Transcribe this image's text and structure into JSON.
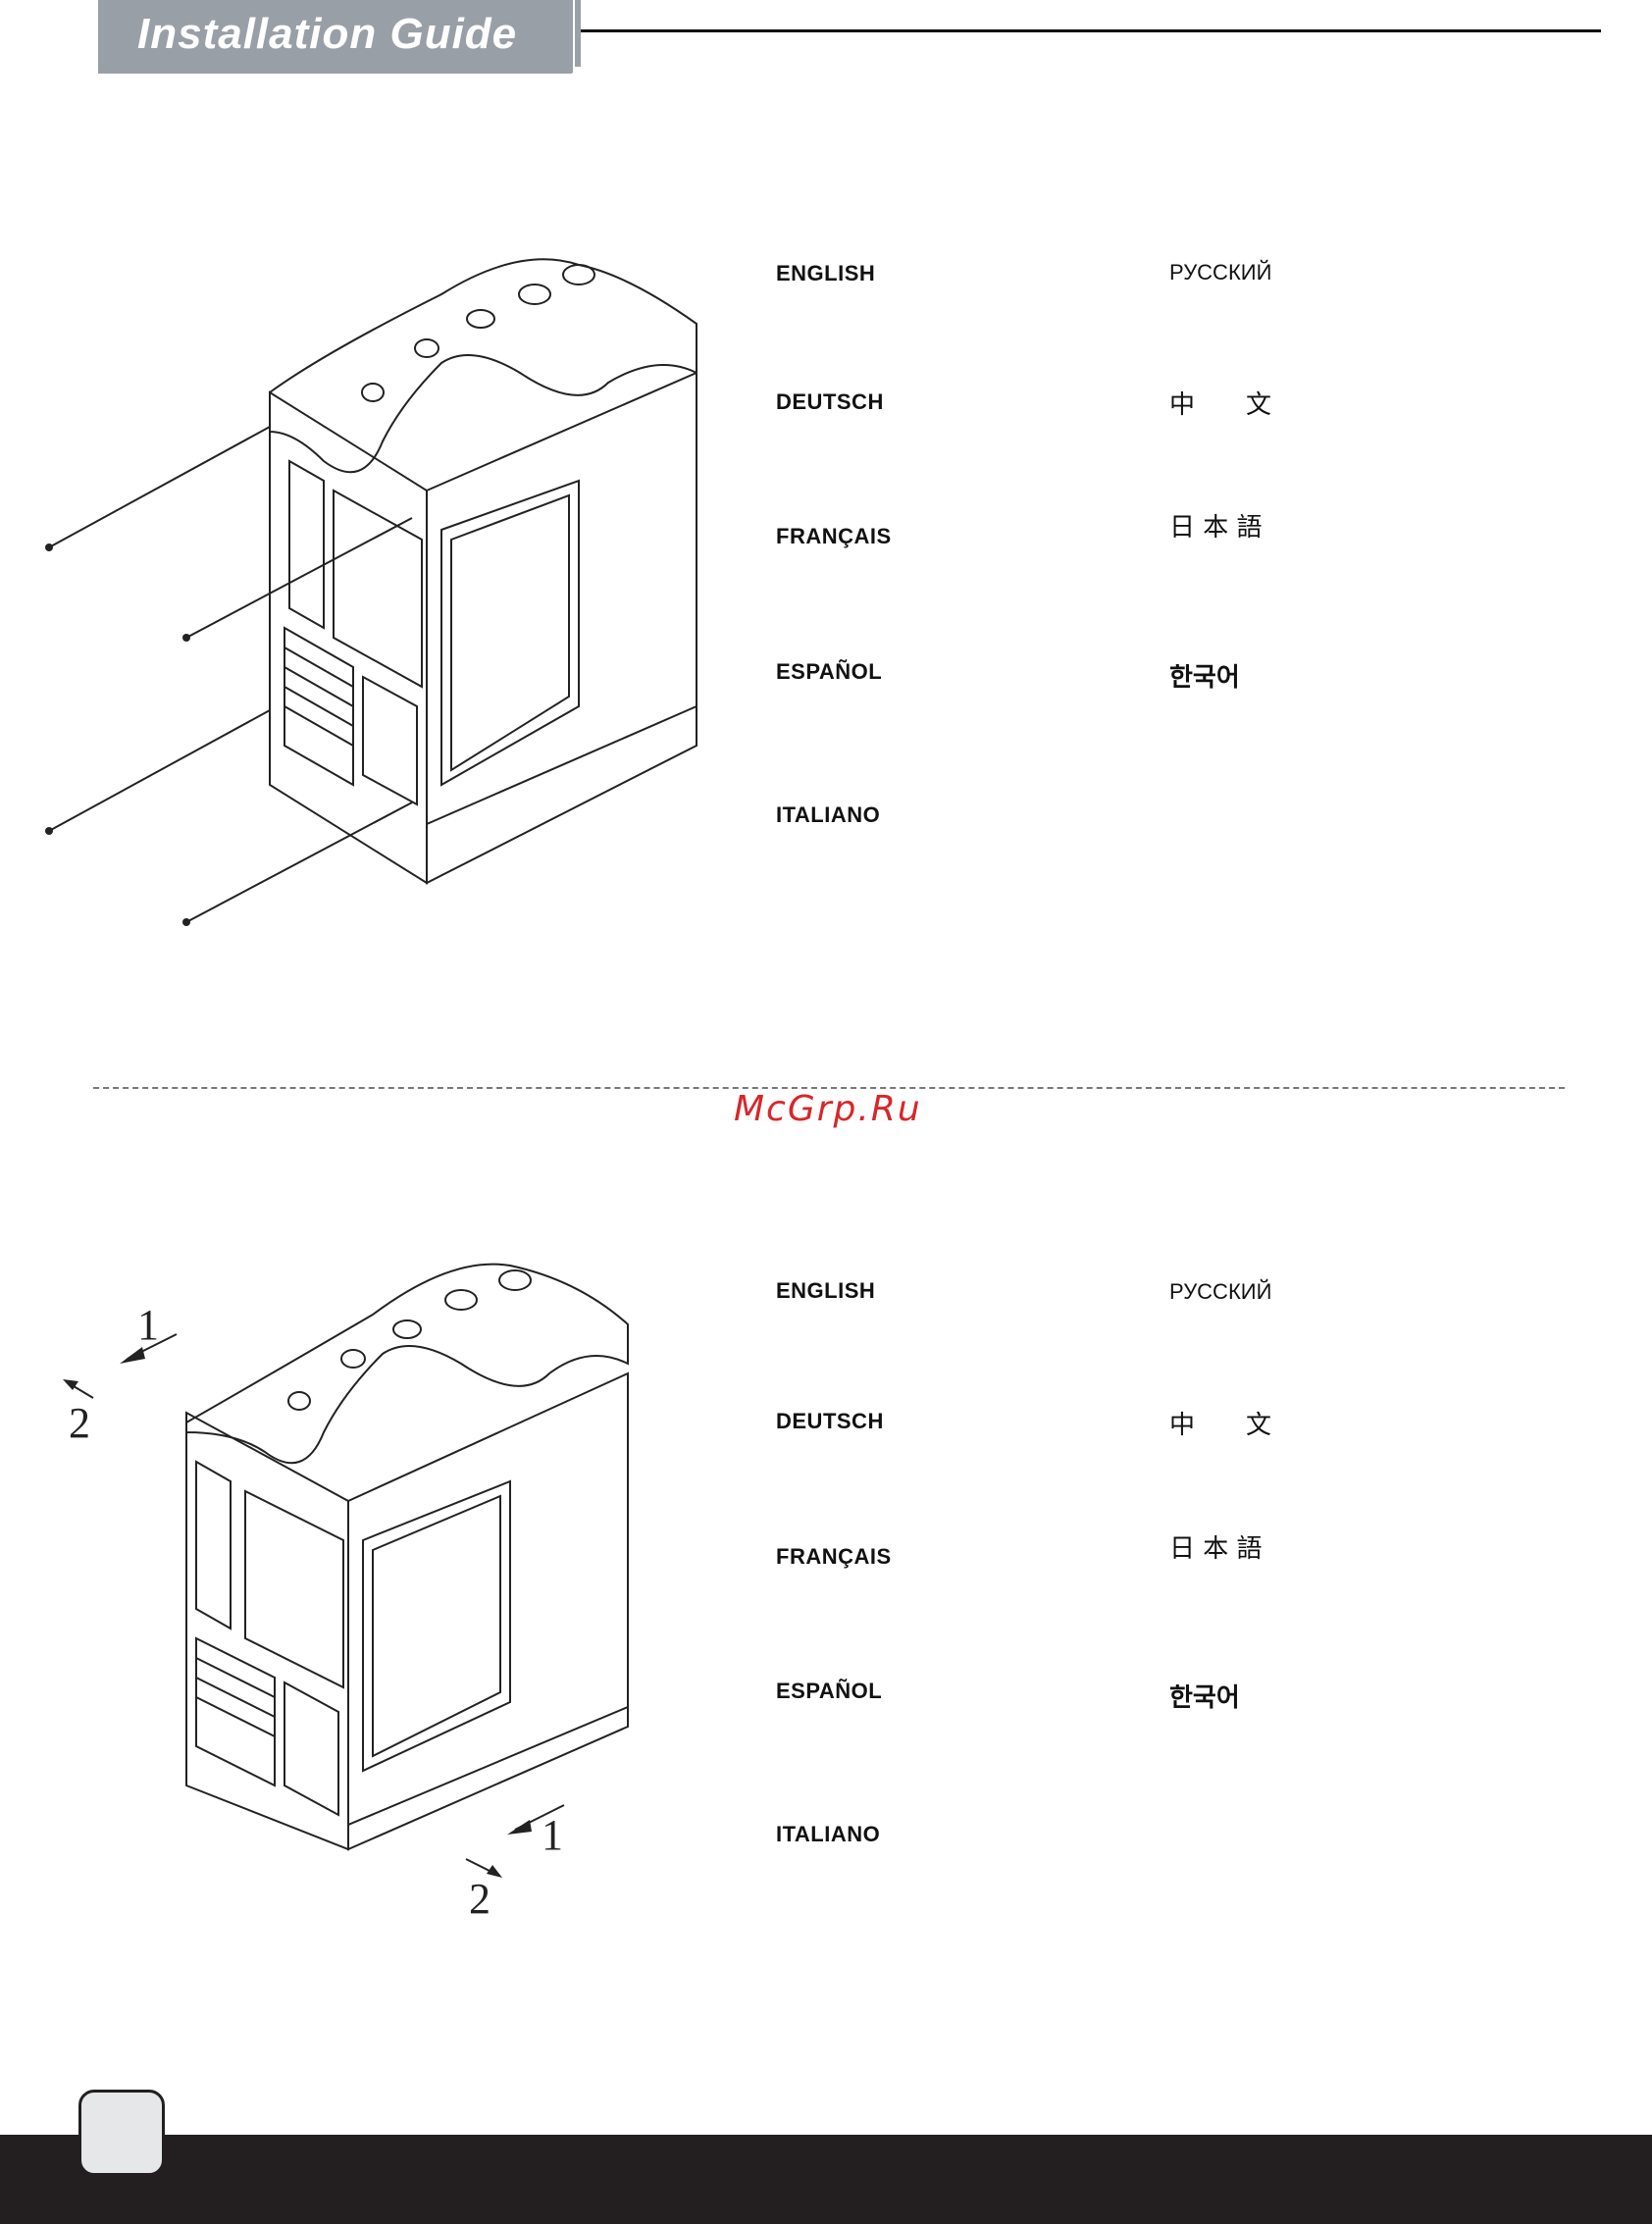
{
  "header": {
    "title": "Installation Guide"
  },
  "sections": [
    {
      "languages_left": [
        "ENGLISH",
        "DEUTSCH",
        "FRANÇAIS",
        "ESPAÑOL",
        "ITALIANO"
      ],
      "languages_right": [
        "РУССКИЙ",
        "中　　文",
        "日 本 語",
        "한국어"
      ]
    },
    {
      "languages_left": [
        "ENGLISH",
        "DEUTSCH",
        "FRANÇAIS",
        "ESPAÑOL",
        "ITALIANO"
      ],
      "languages_right": [
        "РУССКИЙ",
        "中　　文",
        "日 本 語",
        "한국어"
      ],
      "step_labels": [
        "1",
        "2",
        "1",
        "2"
      ]
    }
  ],
  "watermark": "McGrp.Ru",
  "colors": {
    "header_tab": "#999fa6",
    "watermark": "#d9262a",
    "footer": "#231f20"
  }
}
